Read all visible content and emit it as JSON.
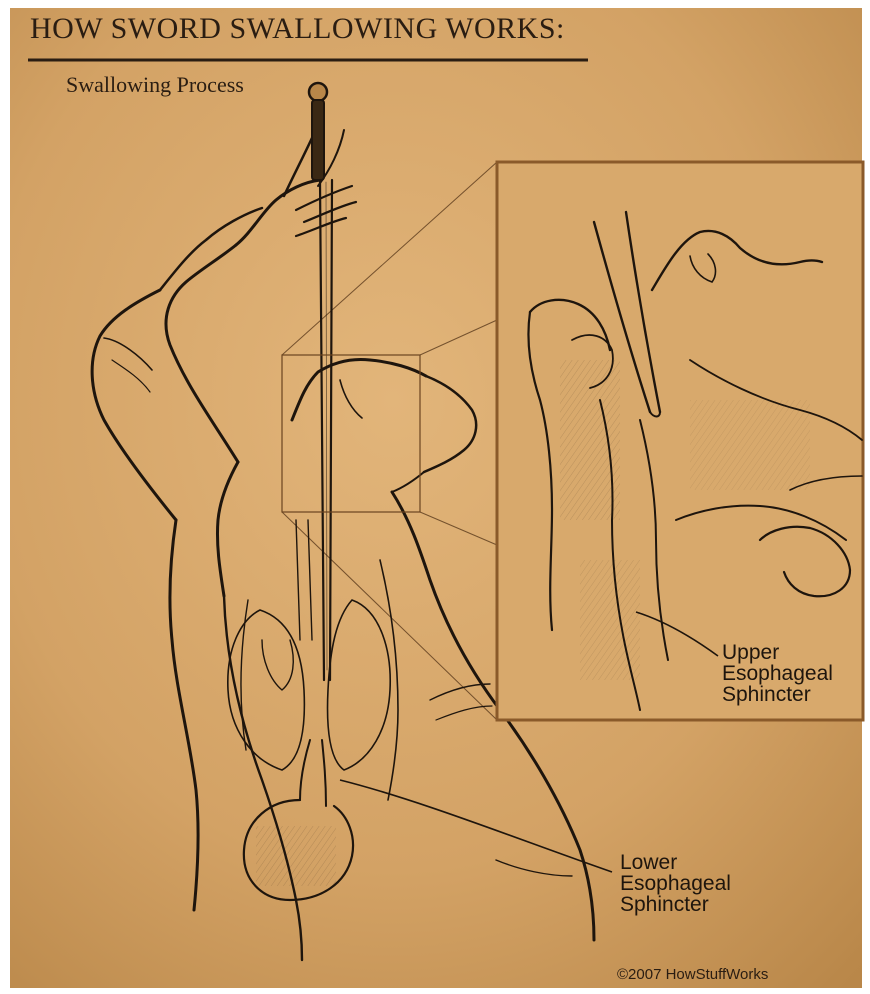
{
  "header": {
    "title": "HOW SWORD SWALLOWING WORKS:",
    "subtitle": "Swallowing Process"
  },
  "labels": {
    "upper_sphincter": [
      "Upper",
      "Esophageal",
      "Sphincter"
    ],
    "lower_sphincter": [
      "Lower",
      "Esophageal",
      "Sphincter"
    ]
  },
  "credit": "©2007 HowStuffWorks",
  "colors": {
    "parchment": "#d3a265",
    "parchment_light": "#e2b57a",
    "ink": "#2a1d12",
    "inset_frame": "#8a5a2a"
  }
}
